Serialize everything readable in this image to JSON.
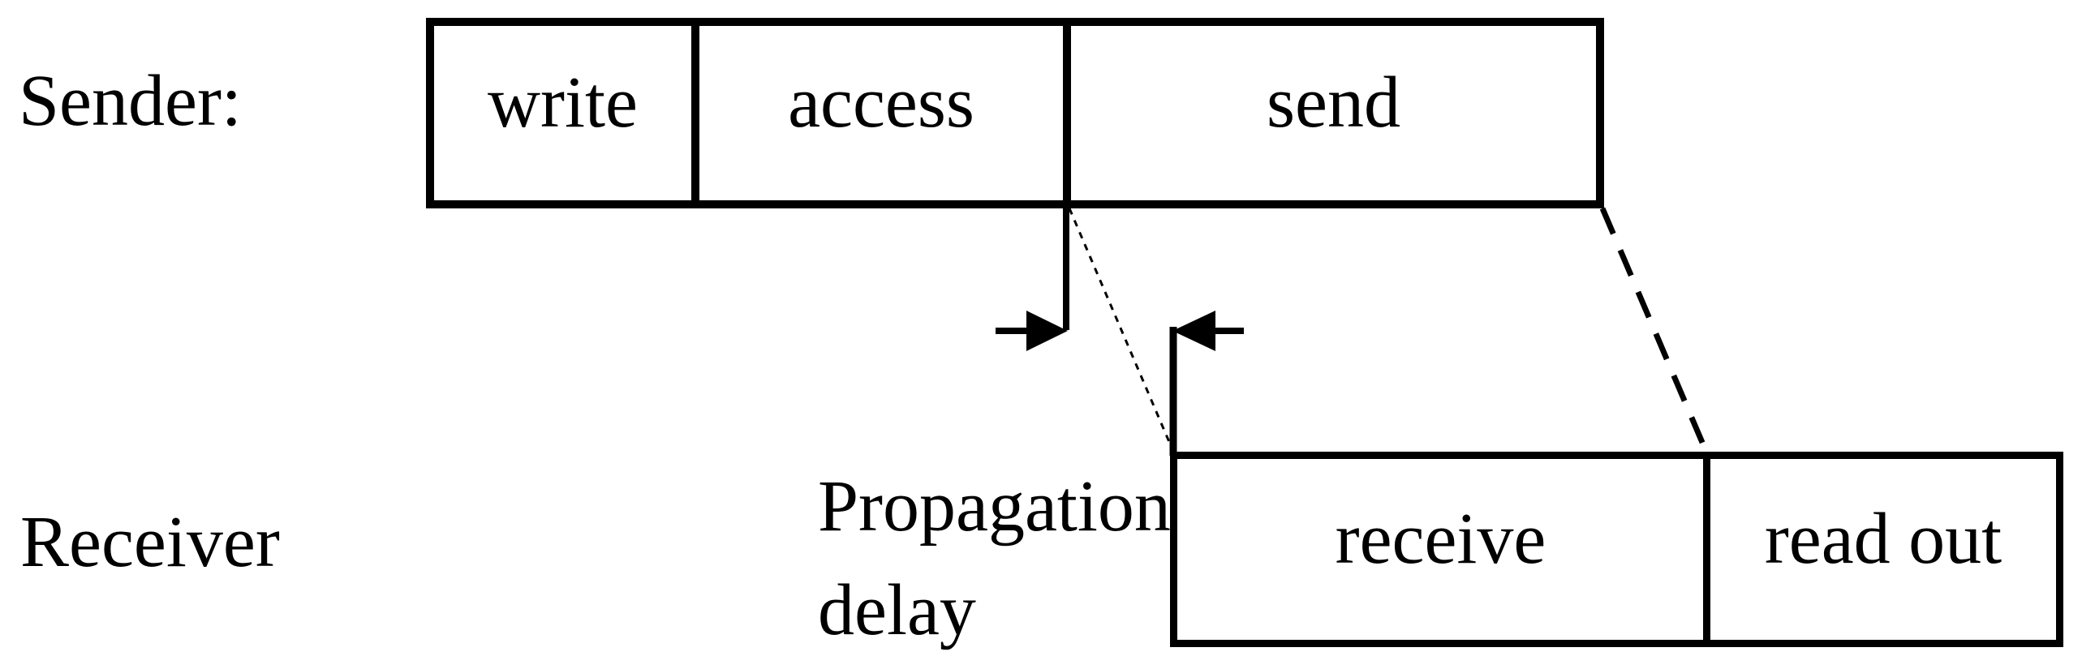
{
  "diagram": {
    "title_hint": "sender-receiver timing diagram",
    "sender": {
      "label": "Sender:",
      "phases": [
        {
          "label": "write"
        },
        {
          "label": "access"
        },
        {
          "label": "send"
        }
      ]
    },
    "receiver": {
      "label": "Receiver",
      "phases": [
        {
          "label": "receive"
        },
        {
          "label": "read out"
        }
      ]
    },
    "annotation": {
      "line1": "Propagation",
      "line2": "delay"
    },
    "colors": {
      "line": "#000000",
      "background": "#ffffff"
    }
  }
}
